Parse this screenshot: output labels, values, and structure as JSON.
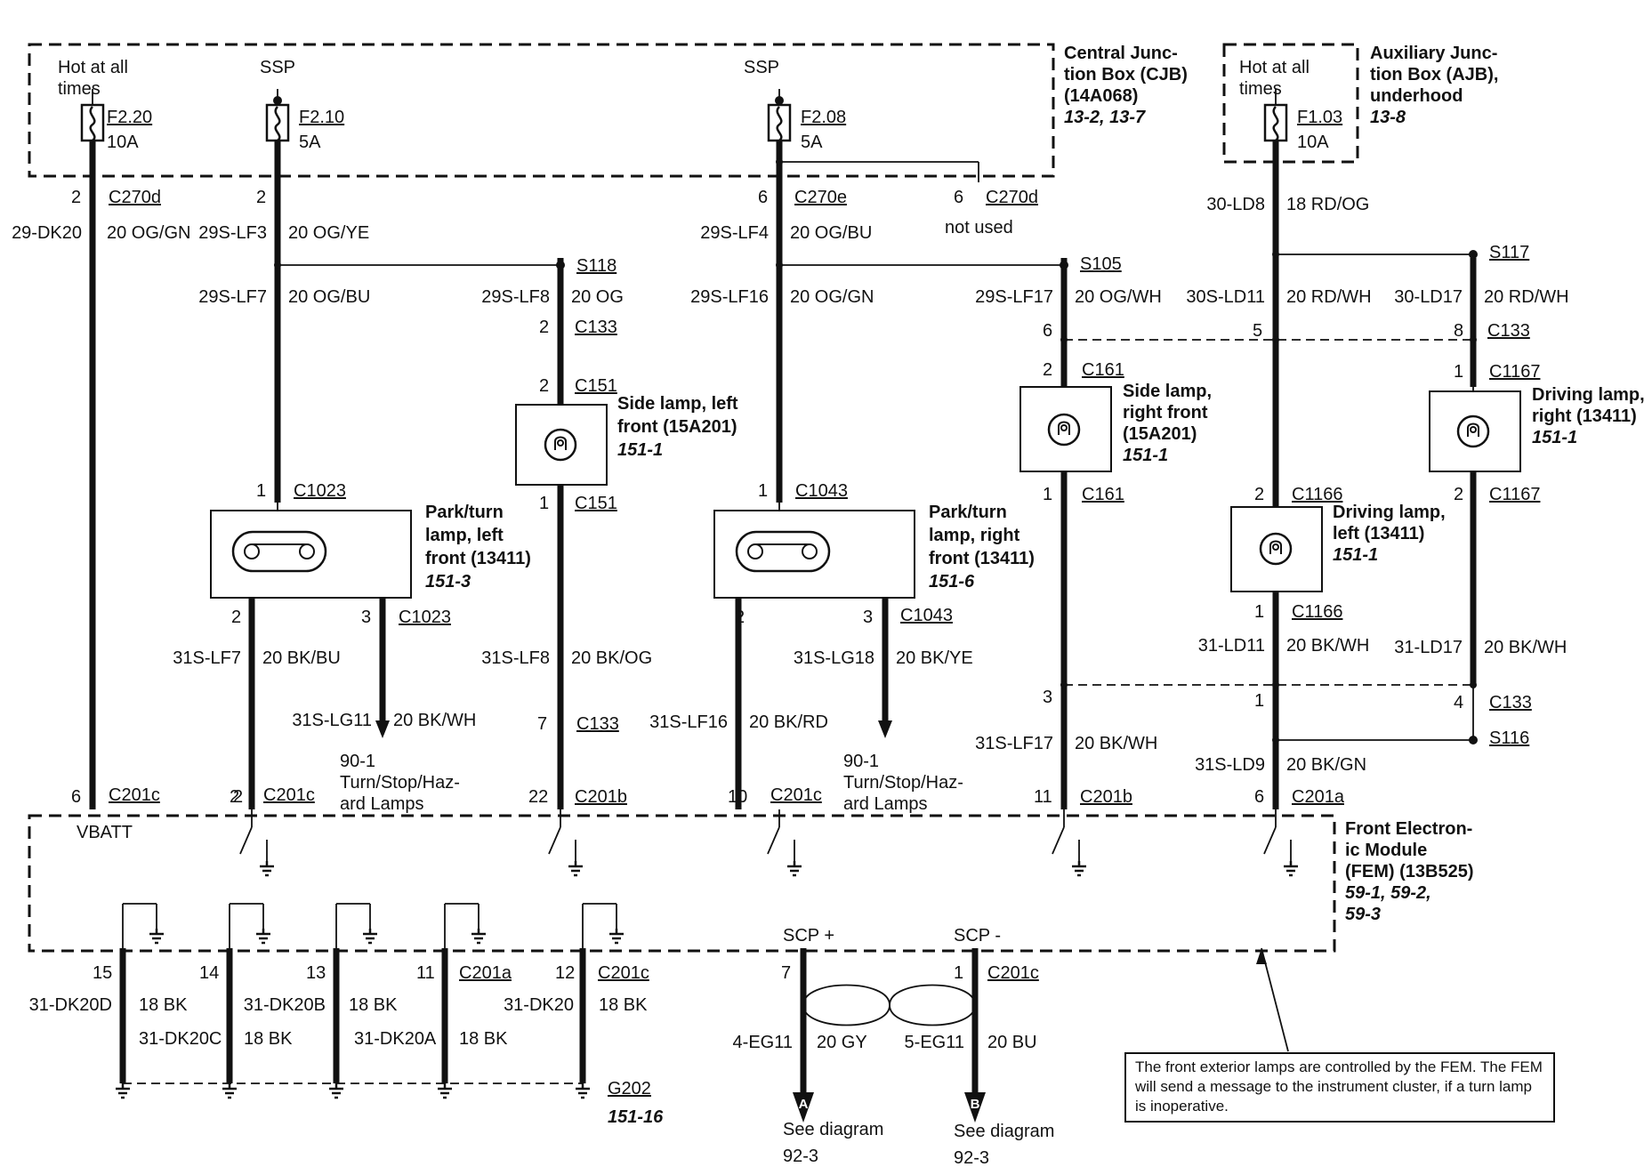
{
  "boxes": {
    "cjb": [
      "Central Junc-",
      "tion Box (CJB)",
      "(14A068)",
      "13-2, 13-7"
    ],
    "ajb": [
      "Auxiliary Junc-",
      "tion Box (AJB),",
      "underhood",
      "13-8"
    ],
    "fem": [
      "Front Electron-",
      "ic Module",
      "(FEM) (13B525)",
      "59-1, 59-2,",
      "59-3"
    ]
  },
  "power": {
    "hot1": [
      "Hot at all",
      "times"
    ],
    "ssp1": "SSP",
    "ssp2": "SSP",
    "hot2": [
      "Hot at all",
      "times"
    ]
  },
  "fuses": [
    {
      "id": "F2.20",
      "rating": "10A"
    },
    {
      "id": "F2.10",
      "rating": "5A"
    },
    {
      "id": "F2.08",
      "rating": "5A"
    },
    {
      "id": "F1.03",
      "rating": "10A"
    }
  ],
  "connectors": {
    "c270d_a": "C270d",
    "c270d_b": "C270d",
    "c270e": "C270e",
    "c133_a": "C133",
    "c133_b": "C133",
    "c133_c": "C133",
    "c133_d": "C133",
    "c151_a": "C151",
    "c151_b": "C151",
    "c161_a": "C161",
    "c161_b": "C161",
    "c1167_a": "C1167",
    "c1167_b": "C1167",
    "c1166_a": "C1166",
    "c1166_b": "C1166",
    "c1023_a": "C1023",
    "c1023_b": "C1023",
    "c1043_a": "C1043",
    "c1043_b": "C1043",
    "c201c_a": "C201c",
    "c201c_b": "C201c",
    "c201c_c": "C201c",
    "c201c_d": "C201c",
    "c201c_e": "C201c",
    "c201b_a": "C201b",
    "c201b_b": "C201b",
    "c201a_a": "C201a",
    "c201a_b": "C201a",
    "s118": "S118",
    "s105": "S105",
    "s117": "S117",
    "s116": "S116",
    "g202": "G202",
    "g202_ref": "151-16",
    "not_used": "not used"
  },
  "pins": {
    "p1": "2",
    "p2": "2",
    "p3": "6",
    "p4": "6",
    "p5": "2",
    "p6": "2",
    "p7": "1",
    "p8": "7",
    "p9": "22",
    "p10": "6",
    "p11": "2",
    "p12": "1",
    "p13": "3",
    "p14": "11",
    "p15": "5",
    "p16": "2",
    "p17": "1",
    "p18": "1",
    "p19": "6",
    "p20": "8",
    "p21": "1",
    "p22": "2",
    "p23": "4",
    "p24": "1",
    "p25": "2",
    "p26": "3",
    "p27": "2",
    "p28": "1",
    "p29": "2",
    "p30": "3",
    "p31": "10",
    "p32": "6",
    "p33": "2",
    "g15": "15",
    "g14": "14",
    "g13": "13",
    "g11": "11",
    "g12": "12",
    "s7": "7",
    "s1": "1"
  },
  "circuits": {
    "w1": "29-DK20",
    "w1c": "20 OG/GN",
    "w2": "29S-LF3",
    "w2c": "20 OG/YE",
    "w3": "29S-LF7",
    "w3c": "20 OG/BU",
    "w4": "29S-LF8",
    "w4c": "20 OG",
    "w5": "29S-LF4",
    "w5c": "20 OG/BU",
    "w6": "29S-LF16",
    "w6c": "20 OG/GN",
    "w7": "29S-LF17",
    "w7c": "20 OG/WH",
    "w8": "30-LD8",
    "w8c": "18 RD/OG",
    "w9": "30S-LD11",
    "w9c": "20 RD/WH",
    "w10": "30-LD17",
    "w10c": "20 RD/WH",
    "w11": "31S-LF7",
    "w11c": "20 BK/BU",
    "w12": "31S-LG11",
    "w12c": "20 BK/WH",
    "w13": "31S-LF8",
    "w13c": "20 BK/OG",
    "w14": "31S-LG18",
    "w14c": "20 BK/YE",
    "w15": "31S-LF16",
    "w15c": "20 BK/RD",
    "w16": "31S-LF17",
    "w16c": "20 BK/WH",
    "w17": "31-LD11",
    "w17c": "20 BK/WH",
    "w18": "31-LD17",
    "w18c": "20 BK/WH",
    "w19": "31S-LD9",
    "w19c": "20 BK/GN",
    "g1": "31-DK20D",
    "g1c": "18 BK",
    "g2": "31-DK20C",
    "g2c": "18 BK",
    "g3": "31-DK20B",
    "g3c": "18 BK",
    "g4": "31-DK20A",
    "g4c": "18 BK",
    "g5": "31-DK20",
    "g5c": "18 BK",
    "scp1": "4-EG11",
    "scp1c": "20 GY",
    "scp2": "5-EG11",
    "scp2c": "20 BU"
  },
  "components": {
    "park_left": [
      "Park/turn",
      "lamp, left",
      "front (13411)",
      "151-3"
    ],
    "park_right": [
      "Park/turn",
      "lamp, right",
      "front (13411)",
      "151-6"
    ],
    "side_left": [
      "Side lamp, left",
      "front (15A201)",
      "151-1"
    ],
    "side_right": [
      "Side lamp,",
      "right front",
      "(15A201)",
      "151-1"
    ],
    "drive_right": [
      "Driving lamp,",
      "right (13411)",
      "151-1"
    ],
    "drive_left": [
      "Driving lamp,",
      "left (13411)",
      "151-1"
    ]
  },
  "refs": {
    "turn1": [
      "90-1",
      "Turn/Stop/Haz-",
      "ard Lamps"
    ],
    "turn2": [
      "90-1",
      "Turn/Stop/Haz-",
      "ard Lamps"
    ],
    "vbatt": "VBATT",
    "scp_plus": "SCP +",
    "scp_minus": "SCP -",
    "arrowA": "A",
    "arrowB": "B",
    "see1": [
      "See diagram",
      "92-3"
    ],
    "see2": [
      "See diagram",
      "92-3"
    ]
  },
  "note": "The front exterior lamps are controlled by the FEM. The FEM will send a message to the instrument cluster, if a turn lamp is inoperative."
}
